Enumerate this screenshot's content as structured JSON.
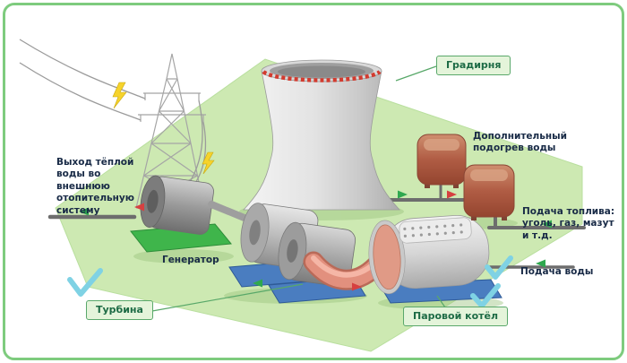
{
  "scene": {
    "background": "#ffffff",
    "frame_border": "#7ecb7e",
    "platform_fill": "#cde9b2",
    "tag_fill": "#e4f4da",
    "tag_border": "#5aa86b",
    "tag_text": "#1d6b45",
    "note_text": "#182a46",
    "checkmark_color": "#7fd2e4",
    "pipe_color": "#6d6d6d",
    "hot_flow_arrow": "#d64040",
    "cool_flow_arrow": "#2fa84f",
    "lightning_color": "#f6d32c"
  },
  "labels": {
    "cooling_tower": "Градирня",
    "warm_water_output": "Выход тёплой воды во внешнюю отопительную систему",
    "generator": "Генератор",
    "turbine": "Турбина",
    "boiler": "Паровой котёл",
    "additional_water_heating": "Дополнительный подогрев воды",
    "fuel_supply": "Подача топлива: уголь, газ, мазут и т.д.",
    "water_supply": "Подача воды"
  }
}
